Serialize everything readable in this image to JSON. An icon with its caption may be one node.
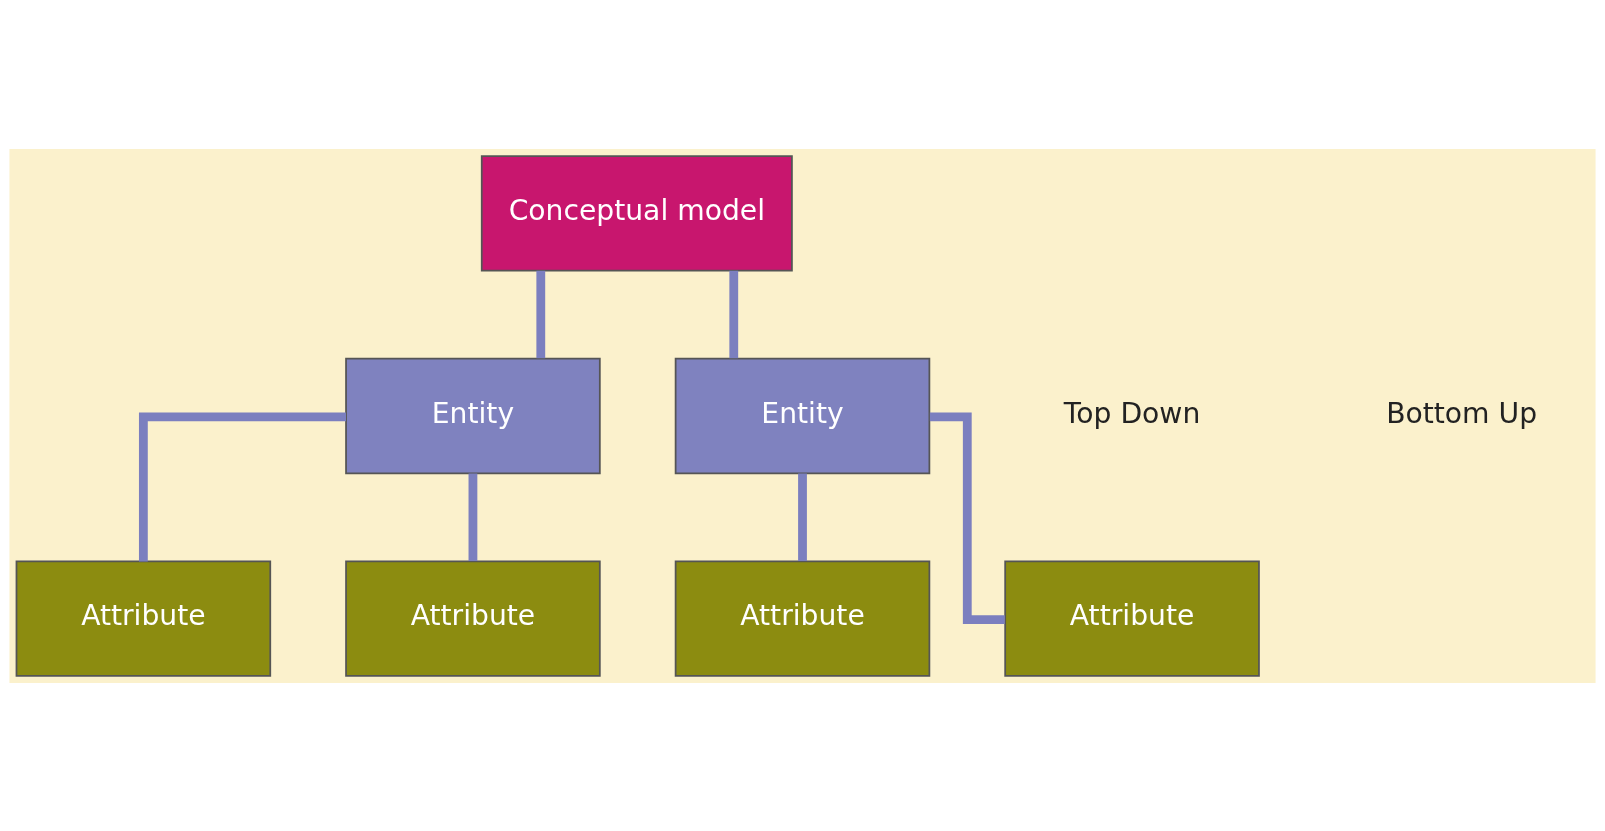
{
  "diagram": {
    "nodes": [
      {
        "text": [
          "Conceptual model"
        ]
      },
      {
        "text": [
          "Entity"
        ]
      },
      {
        "text": [
          "Entity"
        ]
      },
      {
        "text": [
          "Attribute"
        ]
      },
      {
        "text": [
          "Attribute"
        ]
      },
      {
        "text": [
          "Attribute"
        ]
      },
      {
        "text": [
          "Attribute"
        ]
      }
    ],
    "edges": [
      {
        "from": 0,
        "to": 1,
        "arrow": "none"
      },
      {
        "from": 0,
        "to": 2,
        "arrow": "none"
      },
      {
        "from": 1,
        "to": 3,
        "arrow": "none"
      },
      {
        "from": 1,
        "to": 4,
        "arrow": "none"
      },
      {
        "from": 2,
        "to": 5,
        "arrow": "none"
      },
      {
        "from": 2,
        "to": 6,
        "arrow": "none"
      }
    ],
    "labels": [
      "Top Down",
      "Bottom Up"
    ]
  }
}
